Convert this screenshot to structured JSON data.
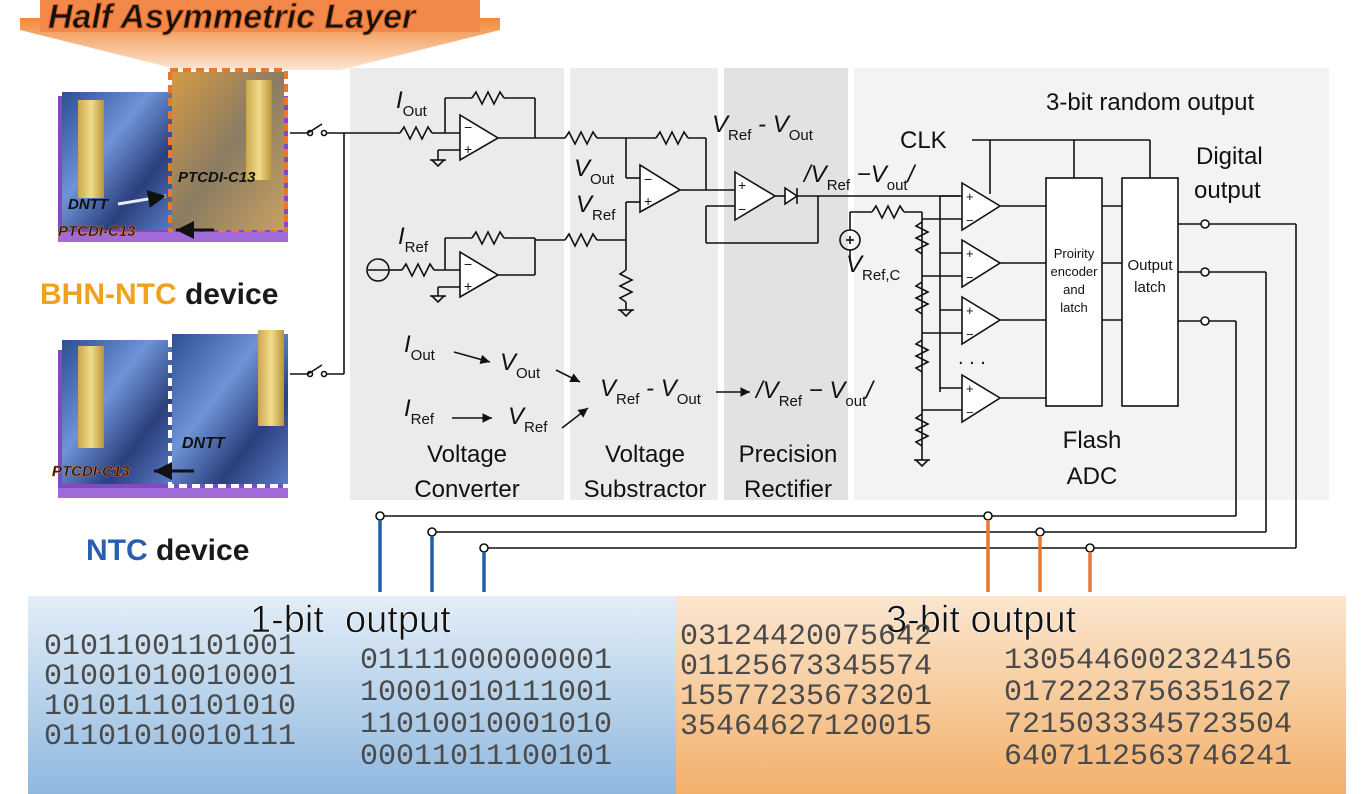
{
  "banner": {
    "text": "Half Asymmetric Layer"
  },
  "device_top": {
    "label_a": "BHN-NTC",
    "label_b": " device",
    "dntt": "DNTT",
    "ptcdi_upper": "PTCDI-C13",
    "ptcdi_lower": "PTCDI-C13"
  },
  "device_bottom": {
    "label_a": "NTC",
    "label_b": " device",
    "dntt": "DNTT",
    "ptcdi": "PTCDI-C13"
  },
  "circuit": {
    "i_out": {
      "main": "I",
      "sub": "Out"
    },
    "i_ref": {
      "main": "I",
      "sub": "Ref"
    },
    "v_out": {
      "main": "V",
      "sub": "Out"
    },
    "v_ref": {
      "main": "V",
      "sub": "Ref"
    },
    "diff": {
      "a": "V",
      "a_sub": "Ref",
      "mid": " - V",
      "b_sub": "Out"
    },
    "abs": {
      "a": "/V",
      "a_sub": "Ref",
      "mid": " −V",
      "b_sub": "out",
      "end": "/"
    },
    "v_ref_c": {
      "main": "V",
      "sub": "Ref,C"
    },
    "clk": "CLK",
    "random_output": "3-bit random output",
    "digital_output_1": "Digital",
    "digital_output_2": "output",
    "encoder": [
      "Proirity",
      "encoder",
      "and",
      "latch"
    ],
    "output_latch": [
      "Output",
      "latch"
    ],
    "flash_adc": [
      "Flash",
      "ADC"
    ],
    "dots": ". . ."
  },
  "flow": {
    "i_out": {
      "main": "I",
      "sub": "Out"
    },
    "i_ref": {
      "main": "I",
      "sub": "Ref"
    },
    "v_out": {
      "main": "V",
      "sub": "Out"
    },
    "v_ref": {
      "main": "V",
      "sub": "Ref"
    },
    "diff": {
      "a": "V",
      "a_sub": "Ref",
      "mid": " - V",
      "b_sub": "Out"
    },
    "abs": {
      "a": "/V",
      "a_sub": "Ref",
      "mid": " − V",
      "b_sub": "out",
      "end": "/"
    }
  },
  "stages": [
    [
      "Voltage",
      "Converter"
    ],
    [
      "Voltage",
      "Substractor"
    ],
    [
      "Precision",
      "Rectifier"
    ]
  ],
  "outputs": {
    "one_bit_title": "1-bit  output",
    "three_bit_title": "3-bit output",
    "one_bit_left": [
      "01011001101001",
      "01001010010001",
      "10101110101010",
      "01101010010111"
    ],
    "one_bit_right": [
      "01111000000001",
      "10001010111001",
      "11010010001010",
      "00011011100101"
    ],
    "three_bit_left": [
      "03124420075642",
      "01125673345574",
      "15577235673201",
      "35464627120015"
    ],
    "three_bit_right": [
      "1305446002324156",
      "0172223756351627",
      "7215033345723504",
      "6407112563746241"
    ]
  },
  "colors": {
    "orange": "#e8782e",
    "blue": "#1f5fa8",
    "stage_bg": "#ebebeb",
    "adc_bg": "#f3f3f3"
  }
}
